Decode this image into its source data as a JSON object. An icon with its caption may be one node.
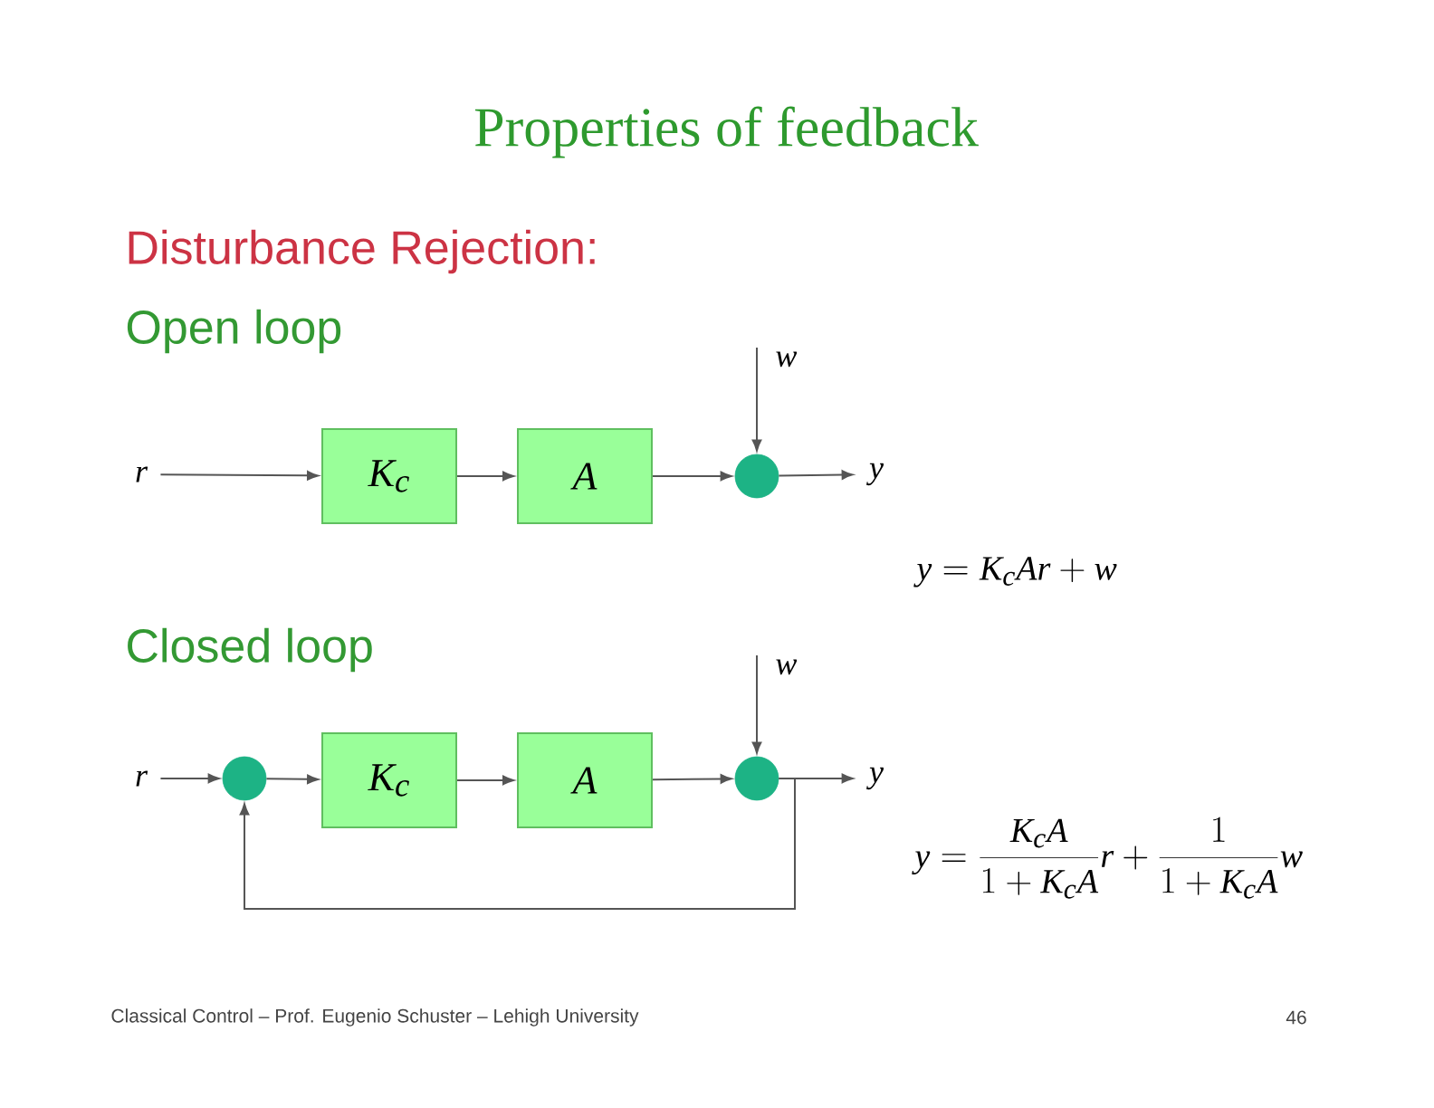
{
  "diagram": {
    "title": "Properties of feedback",
    "nodes": [
      {
        "text": [
          "r"
        ]
      },
      {
        "text": [
          "K_c"
        ]
      },
      {
        "text": [
          "A"
        ]
      },
      {
        "text": [],
        "shape": "circle"
      },
      {
        "text": [
          "y"
        ]
      },
      {
        "text": [
          "w"
        ]
      },
      {
        "text": [
          "r"
        ]
      },
      {
        "text": [],
        "shape": "circle"
      },
      {
        "text": [
          "K_c"
        ]
      },
      {
        "text": [
          "A"
        ]
      },
      {
        "text": [],
        "shape": "circle"
      },
      {
        "text": [
          "y"
        ]
      },
      {
        "text": [
          "w"
        ]
      }
    ],
    "edges": [
      {
        "from": 0,
        "to": 1,
        "arrow": "to"
      },
      {
        "from": 1,
        "to": 2,
        "arrow": "to"
      },
      {
        "from": 2,
        "to": 3,
        "arrow": "to"
      },
      {
        "from": 5,
        "to": 3,
        "arrow": "to"
      },
      {
        "from": 3,
        "to": 4,
        "arrow": "to"
      },
      {
        "from": 6,
        "to": 7,
        "arrow": "to"
      },
      {
        "from": 7,
        "to": 8,
        "arrow": "to"
      },
      {
        "from": 8,
        "to": 9,
        "arrow": "to"
      },
      {
        "from": 9,
        "to": 10,
        "arrow": "to"
      },
      {
        "from": 12,
        "to": 10,
        "arrow": "to"
      },
      {
        "from": 10,
        "to": 11,
        "arrow": "to"
      },
      {
        "from": 10,
        "to": 7,
        "arrow": "to"
      }
    ],
    "labels": [
      "Disturbance Rejection:",
      "Open loop",
      "y = K_c A r + w",
      "Closed loop",
      "y = \\frac{K_c A}{1 + K_c A} r + \\frac{1}{1 + K_c A} w",
      "Classical Control – Prof. Eugenio Schuster – Lehigh University",
      "46"
    ]
  }
}
